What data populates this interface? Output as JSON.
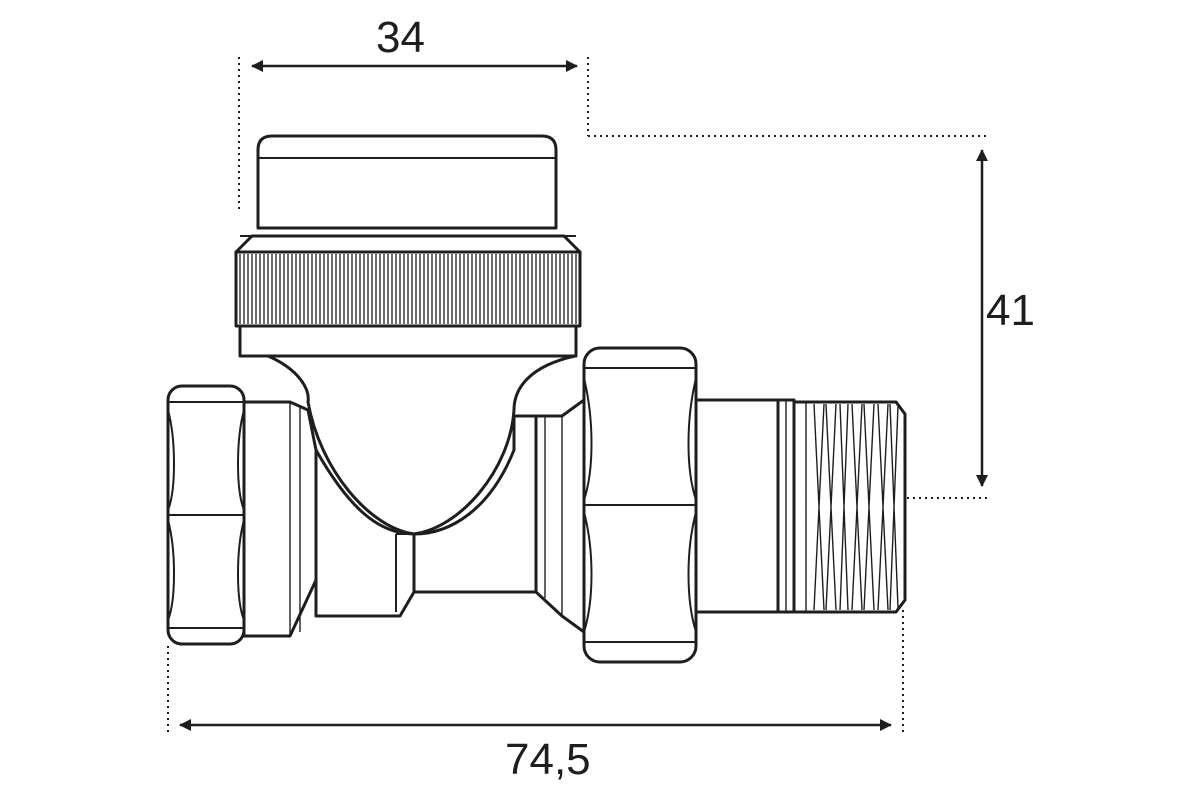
{
  "dimensions": {
    "top_width": "34",
    "height": "41",
    "overall_length": "74,5"
  },
  "colors": {
    "ink": "#1e1e1e",
    "background": "#ffffff"
  }
}
